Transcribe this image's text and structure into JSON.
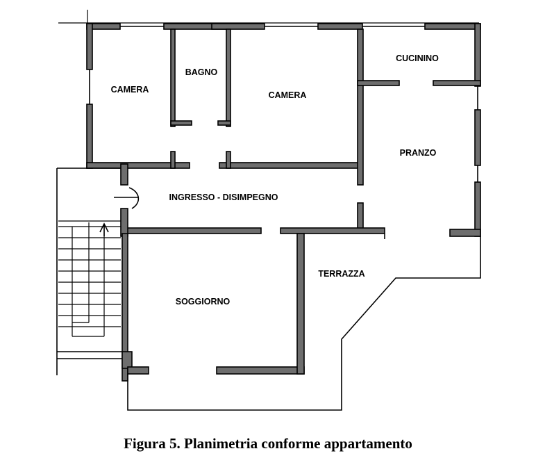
{
  "rooms": {
    "camera_left": "CAMERA",
    "bagno": "BAGNO",
    "camera_right": "CAMERA",
    "cucinino": "CUCININO",
    "pranzo": "PRANZO",
    "ingresso": "INGRESSO - DISIMPEGNO",
    "terrazza": "TERRAZZA",
    "soggiorno": "SOGGIORNO"
  },
  "caption": "Figura 5. Planimetria conforme appartamento",
  "colors": {
    "wall_fill": "#6e6e6e",
    "line": "#000000",
    "background": "#ffffff"
  }
}
